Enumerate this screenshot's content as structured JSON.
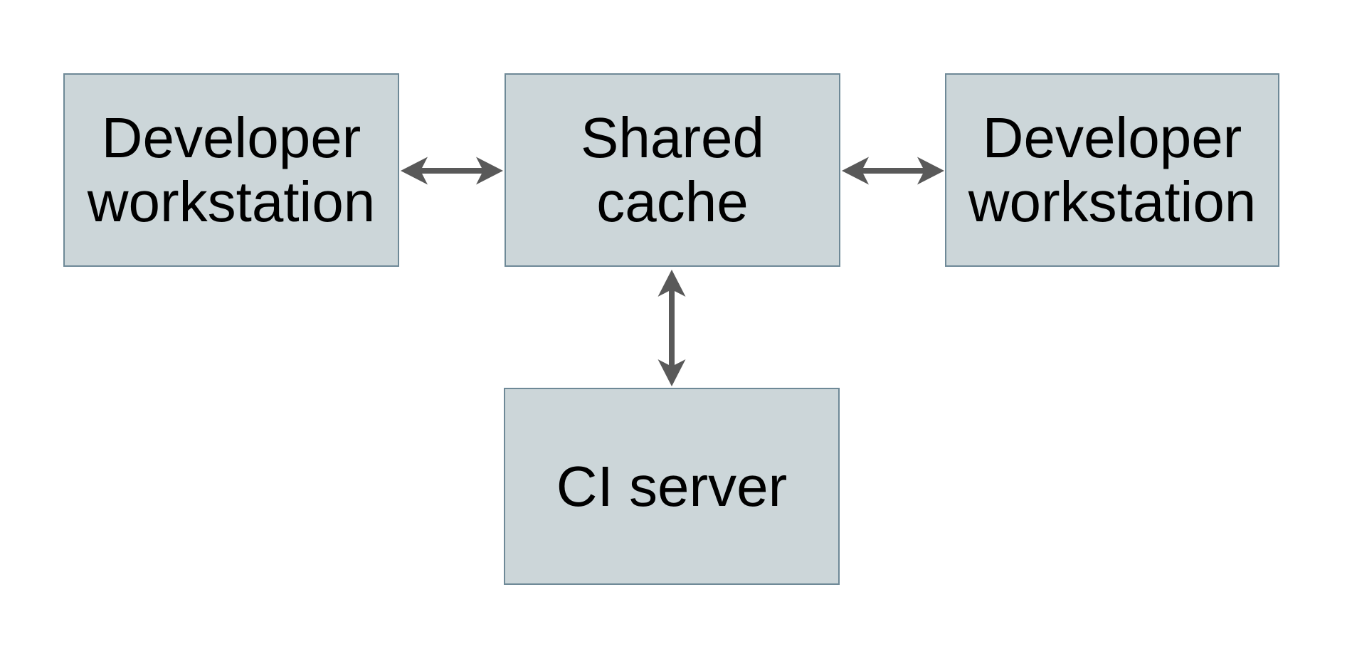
{
  "diagram": {
    "nodes": [
      {
        "id": "developer-workstation-left",
        "lines": [
          "Developer",
          "workstation"
        ]
      },
      {
        "id": "shared-cache",
        "lines": [
          "Shared",
          "cache"
        ]
      },
      {
        "id": "developer-workstation-right",
        "lines": [
          "Developer",
          "workstation"
        ]
      },
      {
        "id": "ci-server",
        "lines": [
          "CI server"
        ]
      }
    ],
    "edges": [
      {
        "from": "developer-workstation-left",
        "to": "shared-cache",
        "type": "bidirectional",
        "orientation": "horizontal"
      },
      {
        "from": "shared-cache",
        "to": "developer-workstation-right",
        "type": "bidirectional",
        "orientation": "horizontal"
      },
      {
        "from": "shared-cache",
        "to": "ci-server",
        "type": "bidirectional",
        "orientation": "vertical"
      }
    ],
    "colors": {
      "node_fill": "#ccd6d9",
      "node_border": "#6e8997",
      "arrow": "#595959",
      "text": "#000000",
      "background": "#ffffff"
    }
  }
}
